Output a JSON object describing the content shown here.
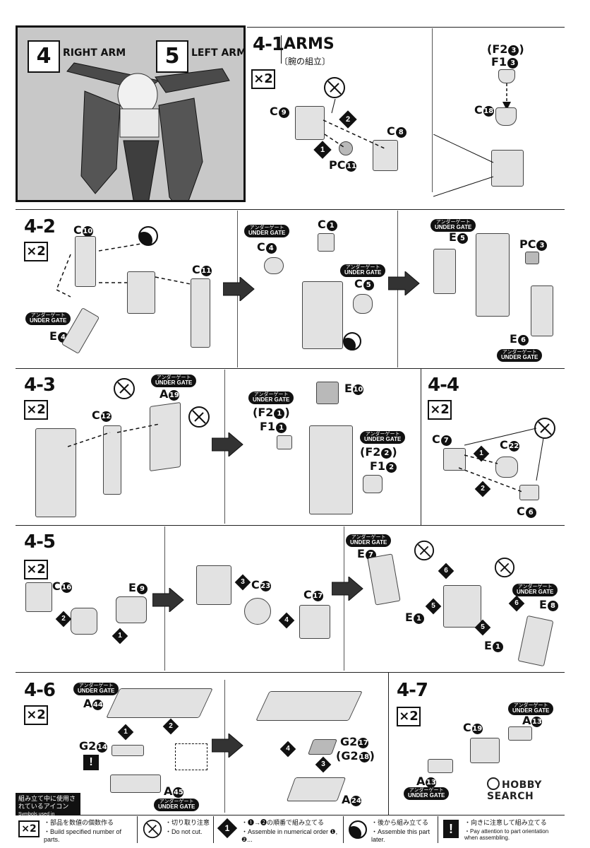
{
  "header": {
    "step4_number": "4",
    "step4_title": "RIGHT ARM",
    "step5_number": "5",
    "step5_title": "LEFT ARM"
  },
  "sections": {
    "s4_1": {
      "num": "4-1",
      "title": "ARMS",
      "subtitle": "〔腕の組立〕",
      "qty": "×2",
      "parts": {
        "c9": "C",
        "c9n": "9",
        "pc11": "PC",
        "pc11n": "11",
        "c8": "C",
        "c8n": "8",
        "f2": "(F2",
        "f2n": "3",
        "f2close": ")",
        "f1": "F1",
        "f1n": "3",
        "c18": "C",
        "c18n": "18"
      },
      "order1": "1",
      "order2": "2"
    },
    "s4_2": {
      "num": "4-2",
      "qty": "×2",
      "parts": {
        "c10": "C",
        "c10n": "10",
        "c11": "C",
        "c11n": "11",
        "e4": "E",
        "e4n": "4",
        "c1": "C",
        "c1n": "1",
        "c4": "C",
        "c4n": "4",
        "c5": "C",
        "c5n": "5",
        "e5": "E",
        "e5n": "5",
        "pc3": "PC",
        "pc3n": "3",
        "e6": "E",
        "e6n": "6"
      }
    },
    "s4_3": {
      "num": "4-3",
      "qty": "×2",
      "parts": {
        "c12": "C",
        "c12n": "12",
        "a19": "A",
        "a19n": "19",
        "e10": "E",
        "e10n": "10",
        "f2a": "(F2",
        "f2an": "1",
        "f2aclose": ")",
        "f1a": "F1",
        "f1an": "1",
        "f2b": "(F2",
        "f2bn": "2",
        "f2bclose": ")",
        "f1b": "F1",
        "f1bn": "2"
      }
    },
    "s4_4": {
      "num": "4-4",
      "qty": "×2",
      "parts": {
        "c7": "C",
        "c7n": "7",
        "c22": "C",
        "c22n": "22",
        "c6": "C",
        "c6n": "6"
      },
      "order1": "1",
      "order2": "2"
    },
    "s4_5": {
      "num": "4-5",
      "qty": "×2",
      "parts": {
        "c16": "C",
        "c16n": "16",
        "e9": "E",
        "e9n": "9",
        "c23": "C",
        "c23n": "23",
        "c17": "C",
        "c17n": "17",
        "e7": "E",
        "e7n": "7",
        "e8": "E",
        "e8n": "8",
        "e1a": "E",
        "e1an": "1",
        "e1b": "E",
        "e1bn": "1"
      },
      "orders": [
        "1",
        "2",
        "3",
        "4",
        "5",
        "6",
        "5",
        "6"
      ]
    },
    "s4_6": {
      "num": "4-6",
      "qty": "×2",
      "parts": {
        "a44": "A",
        "a44n": "44",
        "g214": "G2",
        "g214n": "14",
        "a45": "A",
        "a45n": "45",
        "g217": "G2",
        "g217n": "17",
        "g218": "(G2",
        "g218n": "18",
        "g218close": ")",
        "a24": "A",
        "a24n": "24"
      },
      "orders": [
        "1",
        "2",
        "3",
        "4"
      ]
    },
    "s4_7": {
      "num": "4-7",
      "qty": "×2",
      "parts": {
        "a13a": "A",
        "a13an": "13",
        "c19": "C",
        "c19n": "19",
        "a13b": "A",
        "a13bn": "13"
      }
    }
  },
  "under_gate": {
    "jp": "アンダーゲート",
    "en": "UNDER GATE"
  },
  "legend": {
    "title_jp": "組み立て中に使用されているアイコン",
    "title_en": "Symbols used in instructions",
    "items": [
      {
        "icon": "×2",
        "jp": "・部品を数値の個数作る",
        "en": "・Build specified number of parts."
      },
      {
        "icon": "cut-icon",
        "jp": "・切り取り注意",
        "en": "・Do not cut."
      },
      {
        "icon": "1",
        "jp": "・❶→❷の順番で組み立てる",
        "en": "・Assemble in numerical order ❶, ❷..."
      },
      {
        "icon": "later-icon",
        "jp": "・後から組み立てる",
        "en": "・Assemble this part later."
      },
      {
        "icon": "!",
        "jp": "・向きに注意して組み立てる",
        "en": "・Pay attention to part orientation when assembling."
      }
    ]
  },
  "watermark": "HOBBY SEARCH",
  "colors": {
    "ink": "#111111",
    "part_fill": "#e2e2e2",
    "part_shade": "#b9b9b9",
    "header_bg": "#c8c8c8"
  }
}
